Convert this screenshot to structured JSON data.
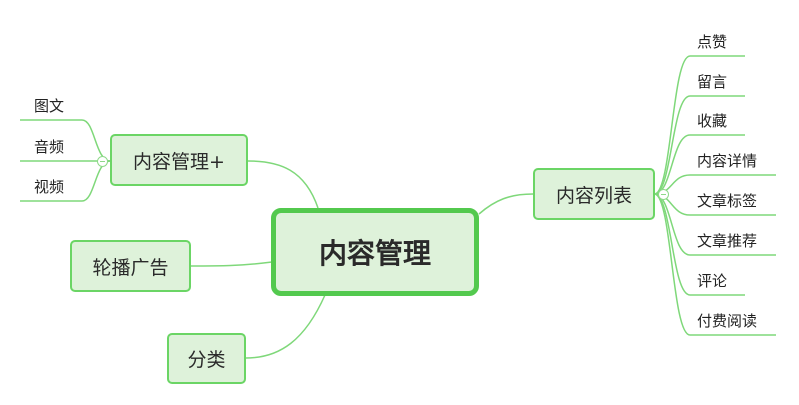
{
  "root": {
    "label": "内容管理"
  },
  "left_branches": [
    {
      "label": "内容管理+",
      "children": [
        "图文",
        "音频",
        "视频"
      ]
    },
    {
      "label": "轮播广告"
    },
    {
      "label": "分类"
    }
  ],
  "right_branch": {
    "label": "内容列表",
    "children": [
      "点赞",
      "留言",
      "收藏",
      "内容详情",
      "文章标签",
      "文章推荐",
      "评论",
      "付费阅读"
    ]
  },
  "colors": {
    "node_fill": "#def2da",
    "node_border": "#6bd565",
    "root_border": "#53c94e",
    "link": "#7fd87a"
  }
}
